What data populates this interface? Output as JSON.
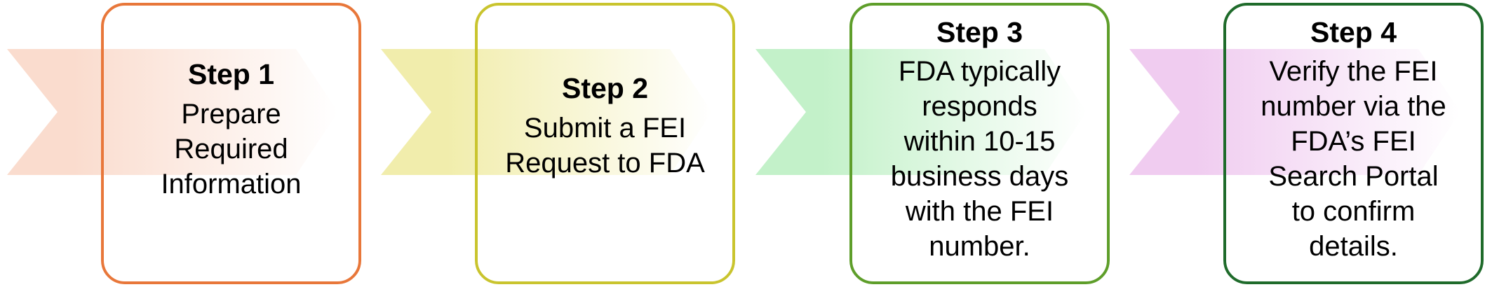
{
  "steps": [
    {
      "title": "Step 1",
      "text": "Prepare\nRequired\nInformation",
      "border_color": "#E8773A",
      "chevron_color": "#FADCCE"
    },
    {
      "title": "Step 2",
      "text": "Submit a FEI\nRequest to FDA",
      "border_color": "#C9C42E",
      "chevron_color": "#F1EDAC"
    },
    {
      "title": "Step 3",
      "text": "FDA typically\nresponds\nwithin 10-15\nbusiness days\nwith the FEI\nnumber.",
      "border_color": "#5E9E2A",
      "chevron_color": "#C3F1C9"
    },
    {
      "title": "Step 4",
      "text": "Verify the FEI\nnumber via the\nFDA’s FEI\nSearch Portal\nto confirm\ndetails.",
      "border_color": "#1F6B2B",
      "chevron_color": "#F0CCF0"
    }
  ]
}
